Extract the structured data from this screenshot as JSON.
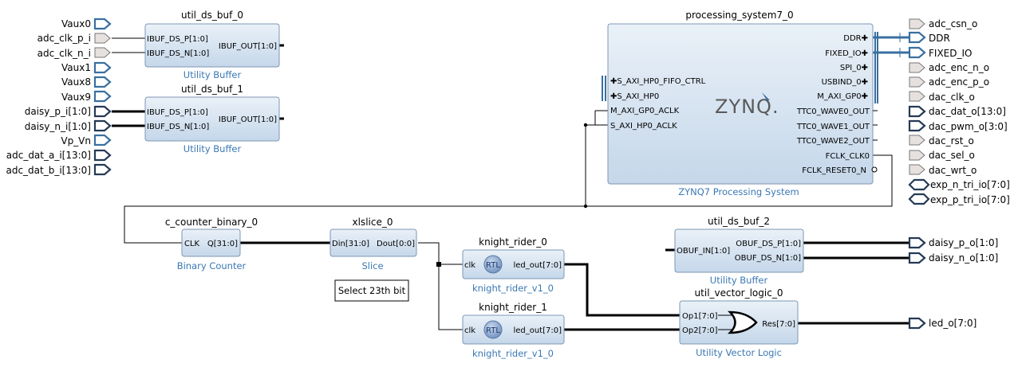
{
  "left_ports": [
    "Vaux0",
    "adc_clk_p_i",
    "adc_clk_n_i",
    "Vaux1",
    "Vaux8",
    "Vaux9",
    "daisy_p_i[1:0]",
    "daisy_n_i[1:0]",
    "Vp_Vn",
    "adc_dat_a_i[13:0]",
    "adc_dat_b_i[13:0]"
  ],
  "right_ports": [
    "adc_csn_o",
    "DDR",
    "FIXED_IO",
    "adc_enc_n_o",
    "adc_enc_p_o",
    "dac_clk_o",
    "dac_dat_o[13:0]",
    "dac_pwm_o[3:0]",
    "dac_rst_o",
    "dac_sel_o",
    "dac_wrt_o",
    "exp_n_tri_io[7:0]",
    "exp_p_tri_io[7:0]"
  ],
  "out_ports": [
    "daisy_p_o[1:0]",
    "daisy_n_o[1:0]",
    "led_o[7:0]"
  ],
  "blocks": {
    "buf0": {
      "name": "util_ds_buf_0",
      "sub": "Utility Buffer",
      "in1": "IBUF_DS_P[1:0]",
      "in2": "IBUF_DS_N[1:0]",
      "out": "IBUF_OUT[1:0]"
    },
    "buf1": {
      "name": "util_ds_buf_1",
      "sub": "Utility Buffer",
      "in1": "IBUF_DS_P[1:0]",
      "in2": "IBUF_DS_N[1:0]",
      "out": "IBUF_OUT[1:0]"
    },
    "ps7": {
      "name": "processing_system7_0",
      "sub": "ZYNQ7 Processing System",
      "logo": "ZYNQ.",
      "left_pins": [
        "S_AXI_HP0_FIFO_CTRL",
        "S_AXI_HP0",
        "M_AXI_GP0_ACLK",
        "S_AXI_HP0_ACLK"
      ],
      "right_pins": [
        "DDR",
        "FIXED_IO",
        "SPI_0",
        "USBIND_0",
        "M_AXI_GP0",
        "TTC0_WAVE0_OUT",
        "TTC0_WAVE1_OUT",
        "TTC0_WAVE2_OUT",
        "FCLK_CLK0",
        "FCLK_RESET0_N"
      ]
    },
    "counter": {
      "name": "c_counter_binary_0",
      "sub": "Binary Counter",
      "in": "CLK",
      "out": "Q[31:0]"
    },
    "slice": {
      "name": "xlslice_0",
      "sub": "Slice",
      "in": "Din[31:0]",
      "out": "Dout[0:0]"
    },
    "kr0": {
      "name": "knight_rider_0",
      "sub": "knight_rider_v1_0",
      "in": "clk",
      "out": "led_out[7:0]",
      "badge": "RTL"
    },
    "kr1": {
      "name": "knight_rider_1",
      "sub": "knight_rider_v1_0",
      "in": "clk",
      "out": "led_out[7:0]",
      "badge": "RTL"
    },
    "buf2": {
      "name": "util_ds_buf_2",
      "sub": "Utility Buffer",
      "in": "OBUF_IN[1:0]",
      "out1": "OBUF_DS_P[1:0]",
      "out2": "OBUF_DS_N[1:0]"
    },
    "vec": {
      "name": "util_vector_logic_0",
      "sub": "Utility Vector Logic",
      "in1": "Op1[7:0]",
      "in2": "Op2[7:0]",
      "out": "Res[7:0]"
    }
  },
  "note": "Select 23th bit",
  "colors": {
    "block_top": "#eaf1f8",
    "block_bottom": "#c7d8ea",
    "block_border": "#7d97b3",
    "subtitle": "#3a78b4",
    "interface_port": "#3a6fa0",
    "port_fill": "#e6e1de"
  }
}
